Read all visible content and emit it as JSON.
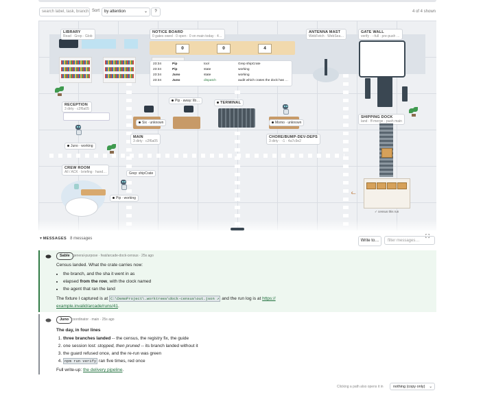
{
  "toolbar": {
    "search_placeholder": "search label, task, branch",
    "sort_label": "Sort",
    "sort_value": "by attention",
    "help_label": "?",
    "shown_count": "4 of 4 shown"
  },
  "floor": {
    "library": {
      "title": "LIBRARY",
      "sub": "Read · Grep · Glob"
    },
    "notice_board": {
      "title": "NOTICE BOARD",
      "sub": "0 gates owed · 0 open · 0 on main today · 4…",
      "counters": [
        "0",
        "0",
        "4"
      ]
    },
    "antenna": {
      "title": "ANTENNA MAST",
      "sub": "WebFetch · WebSea…"
    },
    "gate_wall": {
      "title": "GATE WALL",
      "sub": "verify · --full · pre-push …"
    },
    "board_rows": [
      {
        "time": "23:34",
        "who": "Pip",
        "what": "tool",
        "detail": "Grep shipCrate"
      },
      {
        "time": "23:34",
        "who": "Pip",
        "what": "state",
        "detail": "working"
      },
      {
        "time": "23:34",
        "who": "Juno",
        "what": "state",
        "detail": "working"
      },
      {
        "time": "23:34",
        "who": "Juno",
        "what": "dispatch",
        "detail": "audit which crates the dock has …"
      }
    ],
    "reception": {
      "title": "RECEPTION",
      "sub": "3 dirty · c2f6a05"
    },
    "terminal": {
      "title": "TERMINAL"
    },
    "main": {
      "title": "MAIN",
      "sub": "3 dirty · c2f6a05"
    },
    "chore": {
      "title": "CHORE/BUMP-DEV-DEPS",
      "sub": "3 dirty · ↑1 · 4a7c9e2"
    },
    "shipping": {
      "title": "SHIPPING DOCK",
      "sub": "land · ff-merge · push main"
    },
    "crew": {
      "title": "CREW ROOM",
      "sub": "All / ACK · briefing · hand…"
    },
    "agents": {
      "pip_away": "Pip · away: lib…",
      "six": "Six · unknown",
      "juno": "Juno · working",
      "momo": "Momo · unknown",
      "pip_working": "Pip · working",
      "pip_bubble": "Grep: shipCrate"
    },
    "census_caption": "✓ census this run"
  },
  "messages": {
    "header": "MESSAGES",
    "count": "8 messages",
    "write_to": "Write to…",
    "filter_placeholder": "filter messages…",
    "expand_icon": "⛶",
    "items": [
      {
        "author": "Sable",
        "meta": "general-purpose · feat/arcade-dock-census · 25s ago",
        "intro": "Census landed. What the crate carries now:",
        "bullets": [
          [
            "the branch, and the sha it went in as",
            "",
            ""
          ],
          [
            "elapsed ",
            "from the row",
            ", with the clock named"
          ],
          [
            "the agent that ran the land",
            "",
            ""
          ]
        ],
        "fixture_pre": "The fixture I captured is at ",
        "fixture_code": "C:\\DemoProject\\.worktrees\\dock-census\\out.json ↗",
        "fixture_mid": " and the run log is at ",
        "fixture_link": "https://",
        "fixture_link2": "example.invalid/arcade/runs/41",
        "fixture_end": "."
      },
      {
        "author": "Juno",
        "meta": "coordinator · main · 25s ago",
        "heading": "The day, in four lines",
        "lines": [
          {
            "bold": "three branches landed",
            "rest": " -- the census, the registry fix, the guide"
          },
          {
            "plain": "one session lost: ",
            "italic": "stopped, then pruned",
            "rest": " -- its branch landed without it"
          },
          {
            "plain": "the guard refused once, and the re-run was green"
          },
          {
            "code": "npm run verify",
            "rest": " ran five times, red once"
          }
        ],
        "footer_pre": "Full write-up: ",
        "footer_link": "the delivery pipeline",
        "footer_end": "."
      }
    ]
  },
  "footer": {
    "hint": "Clicking a path also opens it in",
    "open_value": "nothing (copy only)"
  }
}
